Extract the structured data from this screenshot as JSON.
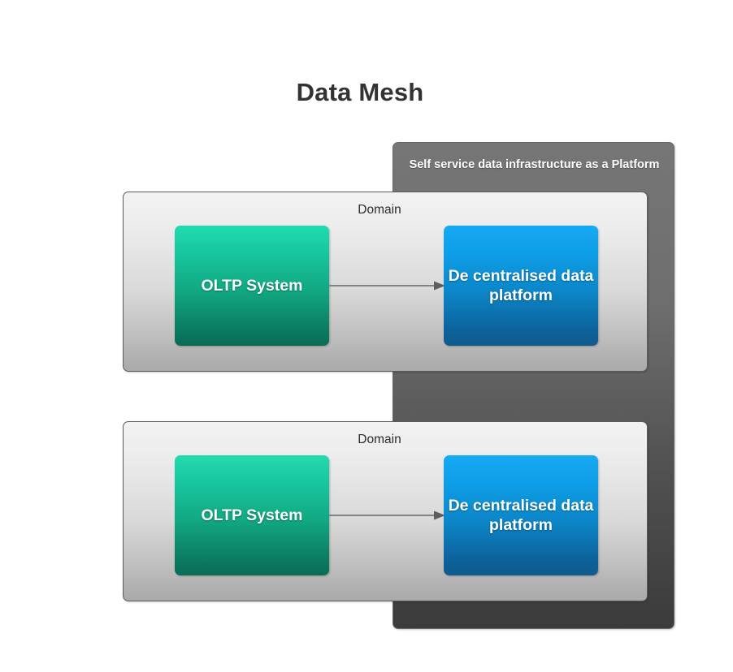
{
  "diagram": {
    "title": "Data Mesh",
    "platform": {
      "label": "Self service data infrastructure as a Platform",
      "color": "#5f5f5f"
    },
    "domains": [
      {
        "label": "Domain",
        "nodes": {
          "source": {
            "label": "OLTP System",
            "color": "#18c79f"
          },
          "target": {
            "label": "De centralised data platform",
            "color": "#0e9fe9"
          }
        },
        "edge": {
          "from": "OLTP System",
          "to": "De centralised data platform",
          "color": "#666666"
        }
      },
      {
        "label": "Domain",
        "nodes": {
          "source": {
            "label": "OLTP System",
            "color": "#18c79f"
          },
          "target": {
            "label": "De centralised data platform",
            "color": "#0e9fe9"
          }
        },
        "edge": {
          "from": "OLTP System",
          "to": "De centralised data platform",
          "color": "#666666"
        }
      }
    ]
  }
}
